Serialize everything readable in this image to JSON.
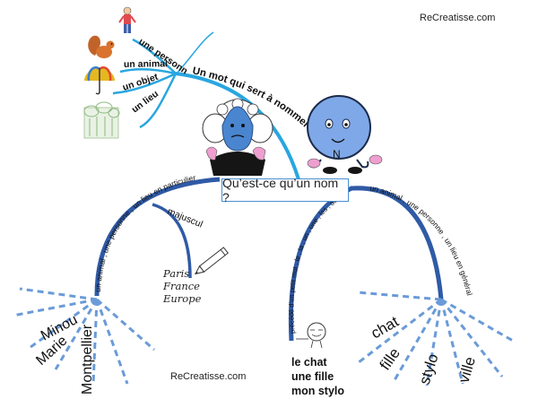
{
  "watermark_top": "ReCreatisse.com",
  "watermark_bottom": "ReCreatisse.com",
  "central_question": "Qu’est-ce qu’un nom ?",
  "definition_label": "Un mot qui sert à nommer",
  "categories": [
    "une personne",
    "un animal",
    "un objet",
    "un lieu"
  ],
  "proper_noun": {
    "branch_text": "un animal , une personne , un lieu en particulier",
    "majuscule_label": "majuscule",
    "script_examples": [
      "Paris",
      "France",
      "Europe"
    ],
    "examples": [
      "Minou",
      "Marie",
      "Montpellier"
    ]
  },
  "common_noun": {
    "left_branch_text": "précédé d’un petit mot , le , la , un , une , les , des…",
    "right_branch_text": "un animal , une personne , un lieu en général",
    "determiner_examples": [
      "le chat",
      "une fille",
      "mon stylo"
    ],
    "examples": [
      "chat",
      "fille",
      "stylo",
      "ville"
    ]
  },
  "character_badges": [
    "N"
  ],
  "colors": {
    "dark_blue": "#2f5aa6",
    "light_blue": "#29a6e0",
    "dashed_blue": "#6a9bd8",
    "character_blue": "#7fa8e8",
    "glove_pink": "#ee9fd0"
  }
}
